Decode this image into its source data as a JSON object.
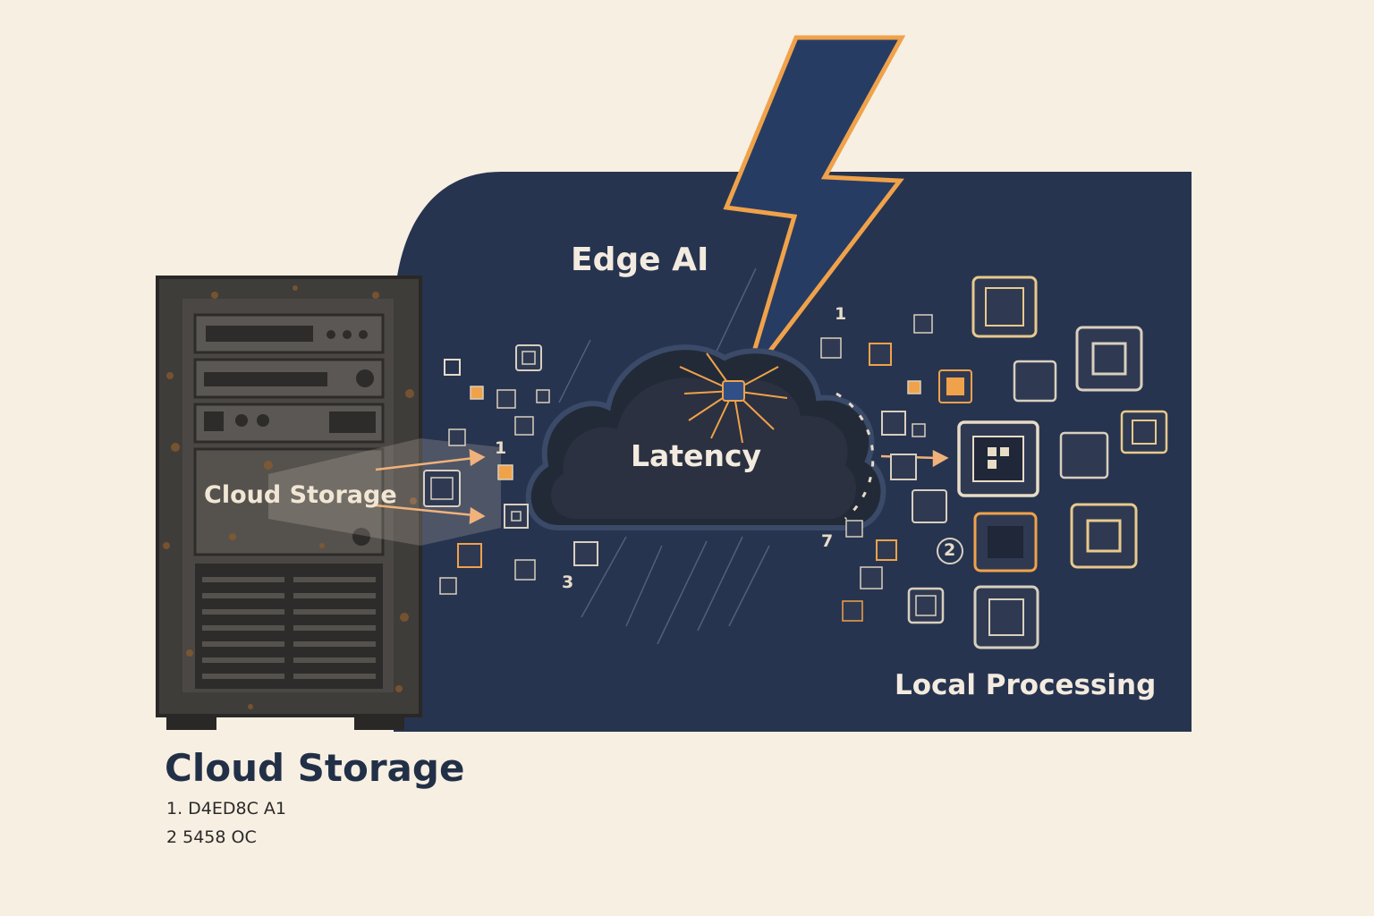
{
  "labels": {
    "edge": "Edge AI",
    "latency": "Latency",
    "local": "Local Processing",
    "server": "Cloud Storage"
  },
  "caption": {
    "title": "Cloud Storage",
    "line1": "1. D4ED8C A1",
    "line2": "2 5458 OC"
  },
  "numbers": {
    "n1_top": "1",
    "n1_left": "1",
    "n3": "3",
    "n7": "7",
    "n2": "2"
  },
  "colors": {
    "background": "#f7efe2",
    "panel": "#27344f",
    "orange": "#f0a24a",
    "chip_light": "#d9cfbf",
    "server": "#3c3c3c"
  }
}
